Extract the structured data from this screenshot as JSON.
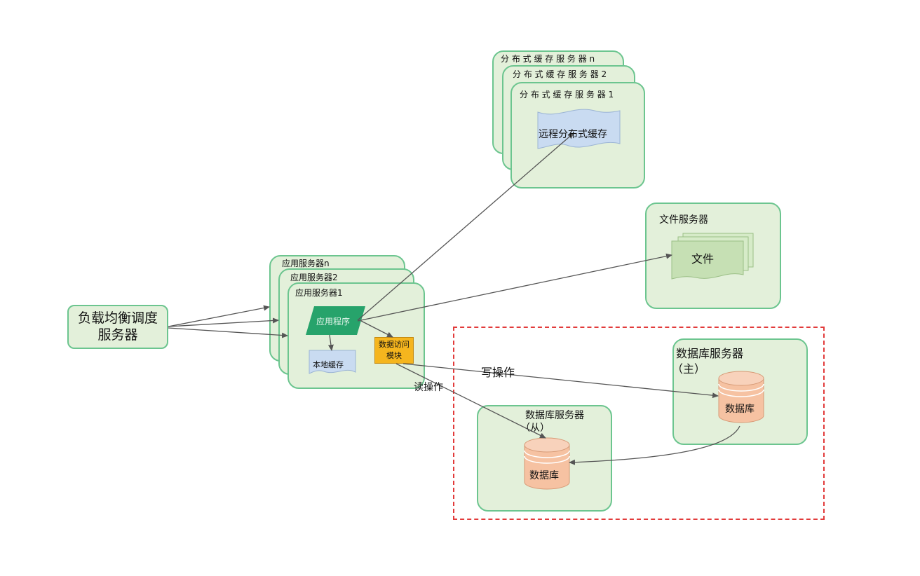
{
  "load_balancer": {
    "line1": "负载均衡调度",
    "line2": "服务器"
  },
  "app_servers": {
    "n": "应用服务器n",
    "s2": "应用服务器2",
    "s1": "应用服务器1"
  },
  "app_program": "应用程序",
  "local_cache": "本地缓存",
  "data_access_module": {
    "line1": "数据访问",
    "line2": "模块"
  },
  "cache_servers": {
    "n": "分 布 式 缓 存 服 务 器 n",
    "s2": "分 布 式 缓 存 服 务 器 2",
    "s1": "分 布 式 缓 存 服 务 器 1"
  },
  "remote_cache": "远程分布式缓存",
  "file_server": {
    "title": "文件服务器",
    "file": "文件"
  },
  "db_master": {
    "title_line1": "数据库服务器",
    "title_line2": "（主）",
    "db": "数据库"
  },
  "db_slave": {
    "title_line1": "数据库服务器",
    "title_line2": "（从）",
    "db": "数据库"
  },
  "edges": {
    "write": "写操作",
    "read": "读操作"
  },
  "colors": {
    "box_fill": "#e3f0da",
    "box_border": "#6cc58f",
    "app_program": "#27a36b",
    "local_cache": "#c9dbf1",
    "data_module": "#f5b51e",
    "database": "#f6c2a2",
    "dashed": "#e23b3b",
    "file": "#c6e0b4"
  }
}
